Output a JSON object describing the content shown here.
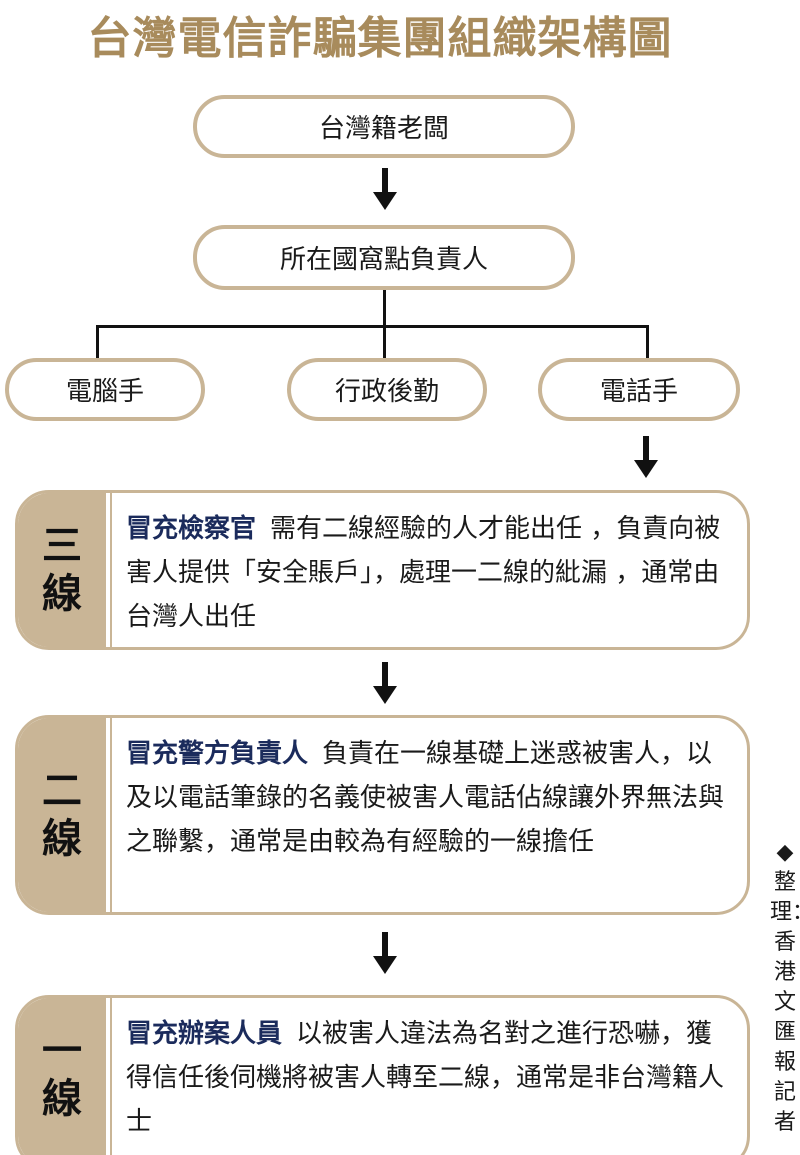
{
  "title": "台灣電信詐騙集團組織架構圖",
  "nodes": {
    "boss": "台灣籍老闆",
    "leader": "所在國窩點負責人",
    "computer": "電腦手",
    "admin": "行政後勤",
    "phone": "電話手"
  },
  "sections": [
    {
      "line_top": "三",
      "line_bottom": "線",
      "role": "冒充檢察官",
      "text": "需有二線經驗的人才能出任 ，負責向被害人提供「安全賬戶」，處理一二線的紕漏 ，通常由台灣人出任"
    },
    {
      "line_top": "二",
      "line_bottom": "線",
      "role": "冒充警方負責人",
      "text": "負責在一線基礎上迷惑被害人，以及以電話筆錄的名義使被害人電話佔線讓外界無法與之聯繫，通常是由較為有經驗的一線擔任"
    },
    {
      "line_top": "一",
      "line_bottom": "線",
      "role": "冒充辦案人員",
      "text": "以被害人違法為名對之進行恐嚇，獲得信任後伺機將被害人轉至二線，通常是非台灣籍人士"
    }
  ],
  "credit": "◆整理：香港文匯報記者",
  "colors": {
    "accent": "#c9b596",
    "title": "#a88b5c",
    "role": "#1b2b5c"
  }
}
